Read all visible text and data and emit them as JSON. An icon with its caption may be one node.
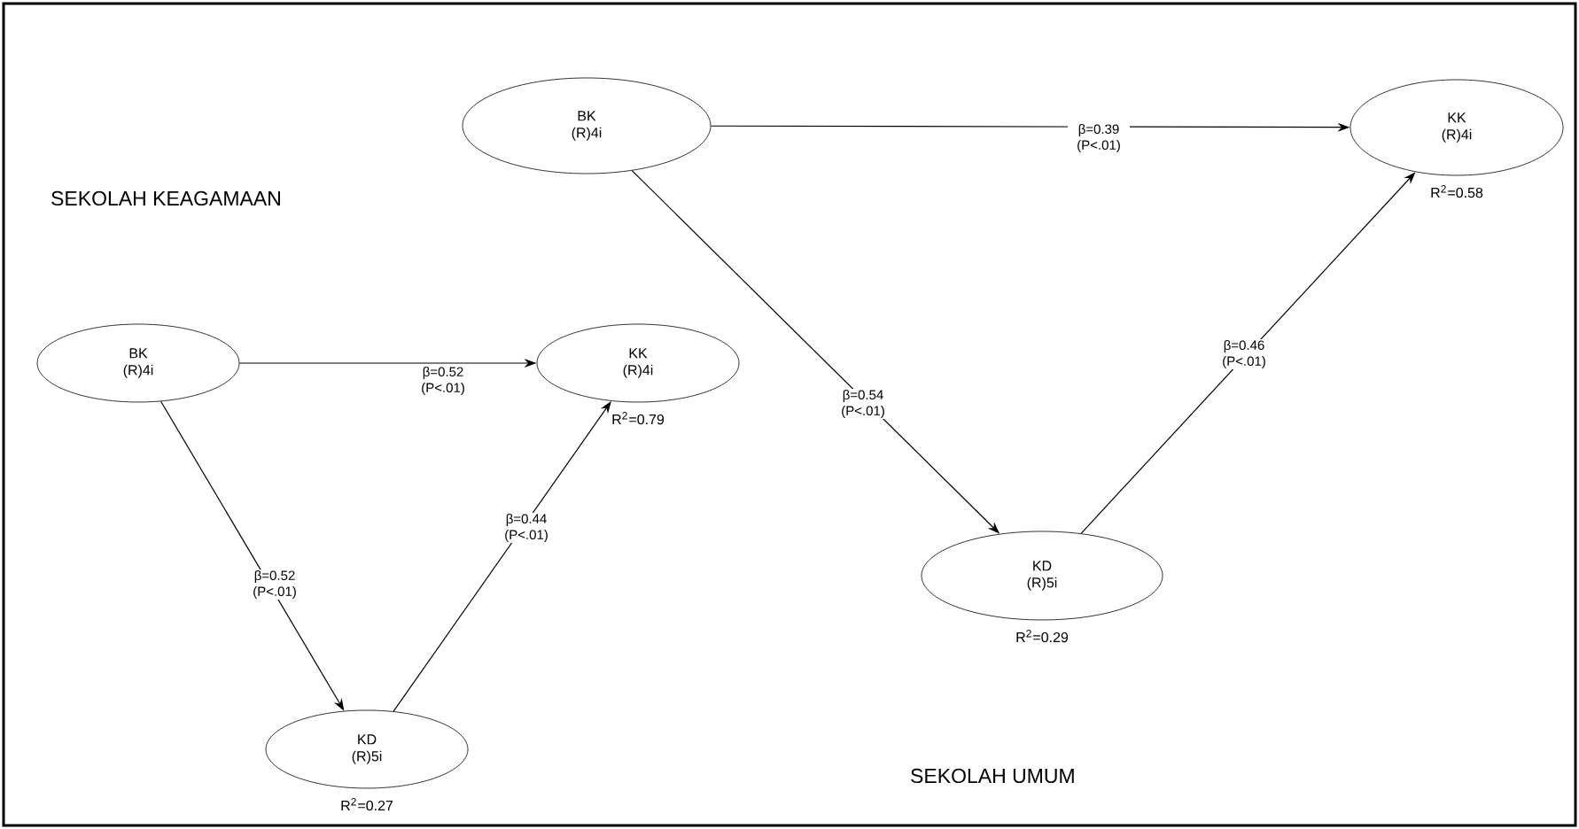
{
  "diagram": {
    "nodes": [
      {
        "text": [
          "BK",
          "(R)4i"
        ]
      },
      {
        "text": [
          "KK",
          "(R)4i"
        ],
        "beside": [
          "R$^{2}$=0.58"
        ]
      },
      {
        "text": [
          "BK",
          "(R)4i"
        ]
      },
      {
        "text": [
          "KK",
          "(R)4i"
        ],
        "beside": [
          "R$^{2}$=0.79"
        ]
      },
      {
        "text": [
          "KD",
          "(R)5i"
        ],
        "beside": [
          "R$^{2}$=0.29"
        ]
      },
      {
        "text": [
          "KD",
          "(R)5i"
        ],
        "beside": [
          "R$^{2}$=0.27"
        ]
      }
    ],
    "edges": [
      {
        "from": 0,
        "to": 1,
        "arrow": "to",
        "label": "β=0.39 (P<.01)"
      },
      {
        "from": 0,
        "to": 4,
        "arrow": "to",
        "label": "β=0.54 (P<.01)"
      },
      {
        "from": 4,
        "to": 1,
        "arrow": "to",
        "label": "β=0.46 (P<.01)"
      },
      {
        "from": 2,
        "to": 3,
        "arrow": "to",
        "label": "β=0.52 (P<.01)"
      },
      {
        "from": 2,
        "to": 5,
        "arrow": "to",
        "label": "β=0.52 (P<.01)"
      },
      {
        "from": 5,
        "to": 3,
        "arrow": "to",
        "label": "β=0.44 (P<.01)"
      }
    ],
    "labels": [
      "SEKOLAH KEAGAMAAN",
      "SEKOLAH UMUM"
    ]
  }
}
